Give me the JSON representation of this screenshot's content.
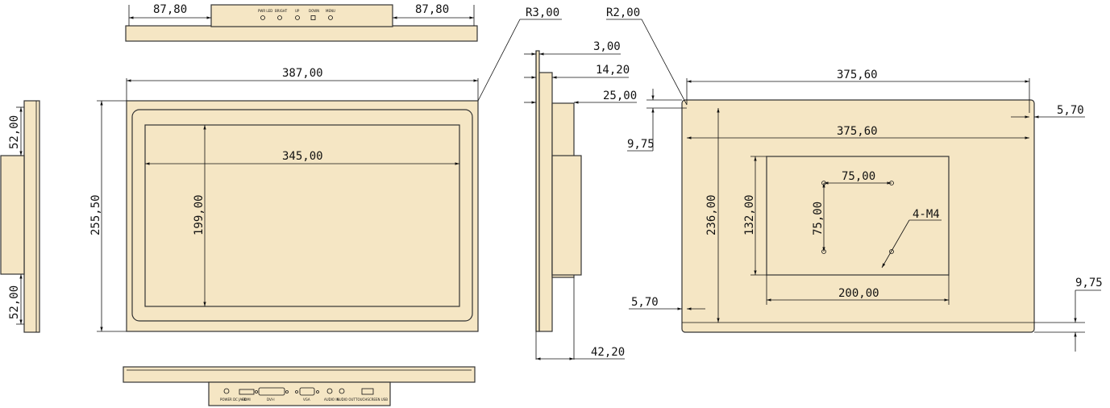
{
  "colors": {
    "panel_fill": "#f5e6c4",
    "line": "#111111",
    "background": "#ffffff"
  },
  "dimensions": {
    "top_left_offset": "87,80",
    "top_right_offset": "87,80",
    "frame_width": "387,00",
    "frame_height": "255,50",
    "screen_width": "345,00",
    "screen_height": "199,00",
    "side_upper": "52,00",
    "side_lower": "52,00",
    "corner_radius_front": "R3,00",
    "corner_radius_back": "R2,00",
    "profile_3": "3,00",
    "profile_14": "14,20",
    "profile_25": "25,00",
    "profile_depth": "42,20",
    "back_width_top": "375,60",
    "back_width_inner": "375,60",
    "back_height": "236,00",
    "back_margin_right": "5,70",
    "back_margin_left": "5,70",
    "back_top_offset": "9,75",
    "back_bottom_offset": "9,75",
    "vesa_box_height": "132,00",
    "vesa_box_width": "200,00",
    "vesa_h": "75,00",
    "vesa_v": "75,00",
    "screw_label": "4-M4"
  },
  "top_connectors": [
    "PWR LED",
    "BRIGHT",
    "UP",
    "DOWN",
    "MENU"
  ],
  "bottom_connectors": [
    "POWER DC JACK",
    "HDMI",
    "DVI-I",
    "VGA",
    "AUDIO IN",
    "AUDIO OUT",
    "TOUCHSCREEN USB"
  ]
}
